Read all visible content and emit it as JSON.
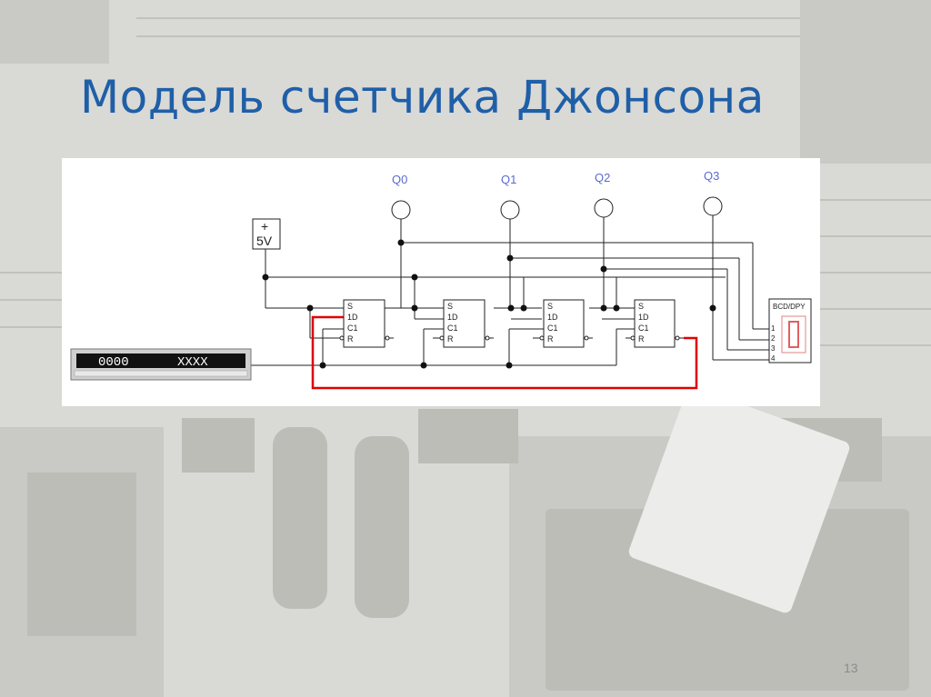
{
  "slide": {
    "title": "Модель счетчика Джонсона",
    "page_number": "13"
  },
  "diagram": {
    "outputs": [
      "Q0",
      "Q1",
      "Q2",
      "Q3"
    ],
    "source": {
      "plus": "+",
      "voltage": "5V"
    },
    "flipflop_pins": {
      "s": "S",
      "d": "1D",
      "c": "C1",
      "r": "R"
    },
    "word_generator": {
      "left": "0000",
      "right": "XXXX"
    },
    "display": {
      "title": "BCD/DPY",
      "pins": [
        "1",
        "2",
        "3",
        "4"
      ]
    },
    "colors": {
      "feedback_wire": "#e00000",
      "wire": "#222222",
      "label": "#5a6bd0"
    }
  }
}
